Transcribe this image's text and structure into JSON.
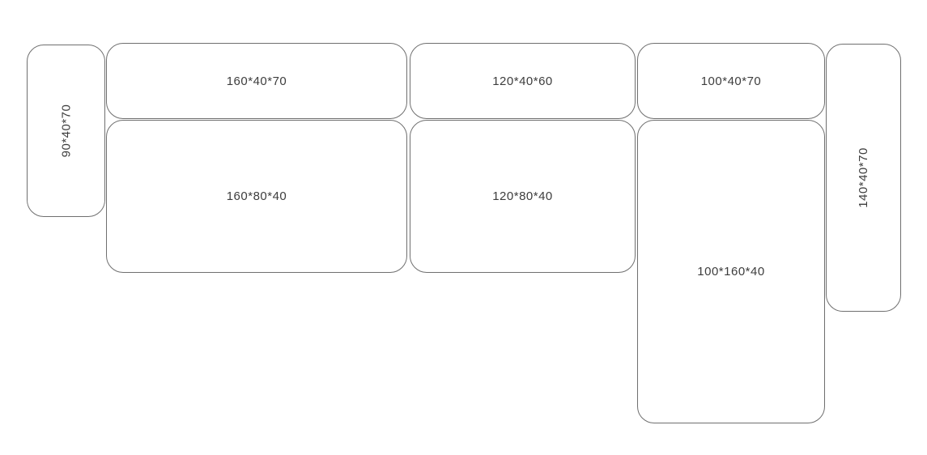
{
  "diagram": {
    "background_color": "#ffffff",
    "line_color": "#6f6f6f",
    "text_color": "#3d3d3d"
  },
  "modules": [
    {
      "name": "left-armrest",
      "label": "90*40*70",
      "orientation": "vertical"
    },
    {
      "name": "backrest-160",
      "label": "160*40*70",
      "orientation": "horizontal"
    },
    {
      "name": "backrest-120",
      "label": "120*40*60",
      "orientation": "horizontal"
    },
    {
      "name": "backrest-100",
      "label": "100*40*70",
      "orientation": "horizontal"
    },
    {
      "name": "right-armrest",
      "label": "140*40*70",
      "orientation": "vertical"
    },
    {
      "name": "seat-160",
      "label": "160*80*40",
      "orientation": "horizontal"
    },
    {
      "name": "seat-120",
      "label": "120*80*40",
      "orientation": "horizontal"
    },
    {
      "name": "chaise-100x160",
      "label": "100*160*40",
      "orientation": "horizontal"
    }
  ]
}
